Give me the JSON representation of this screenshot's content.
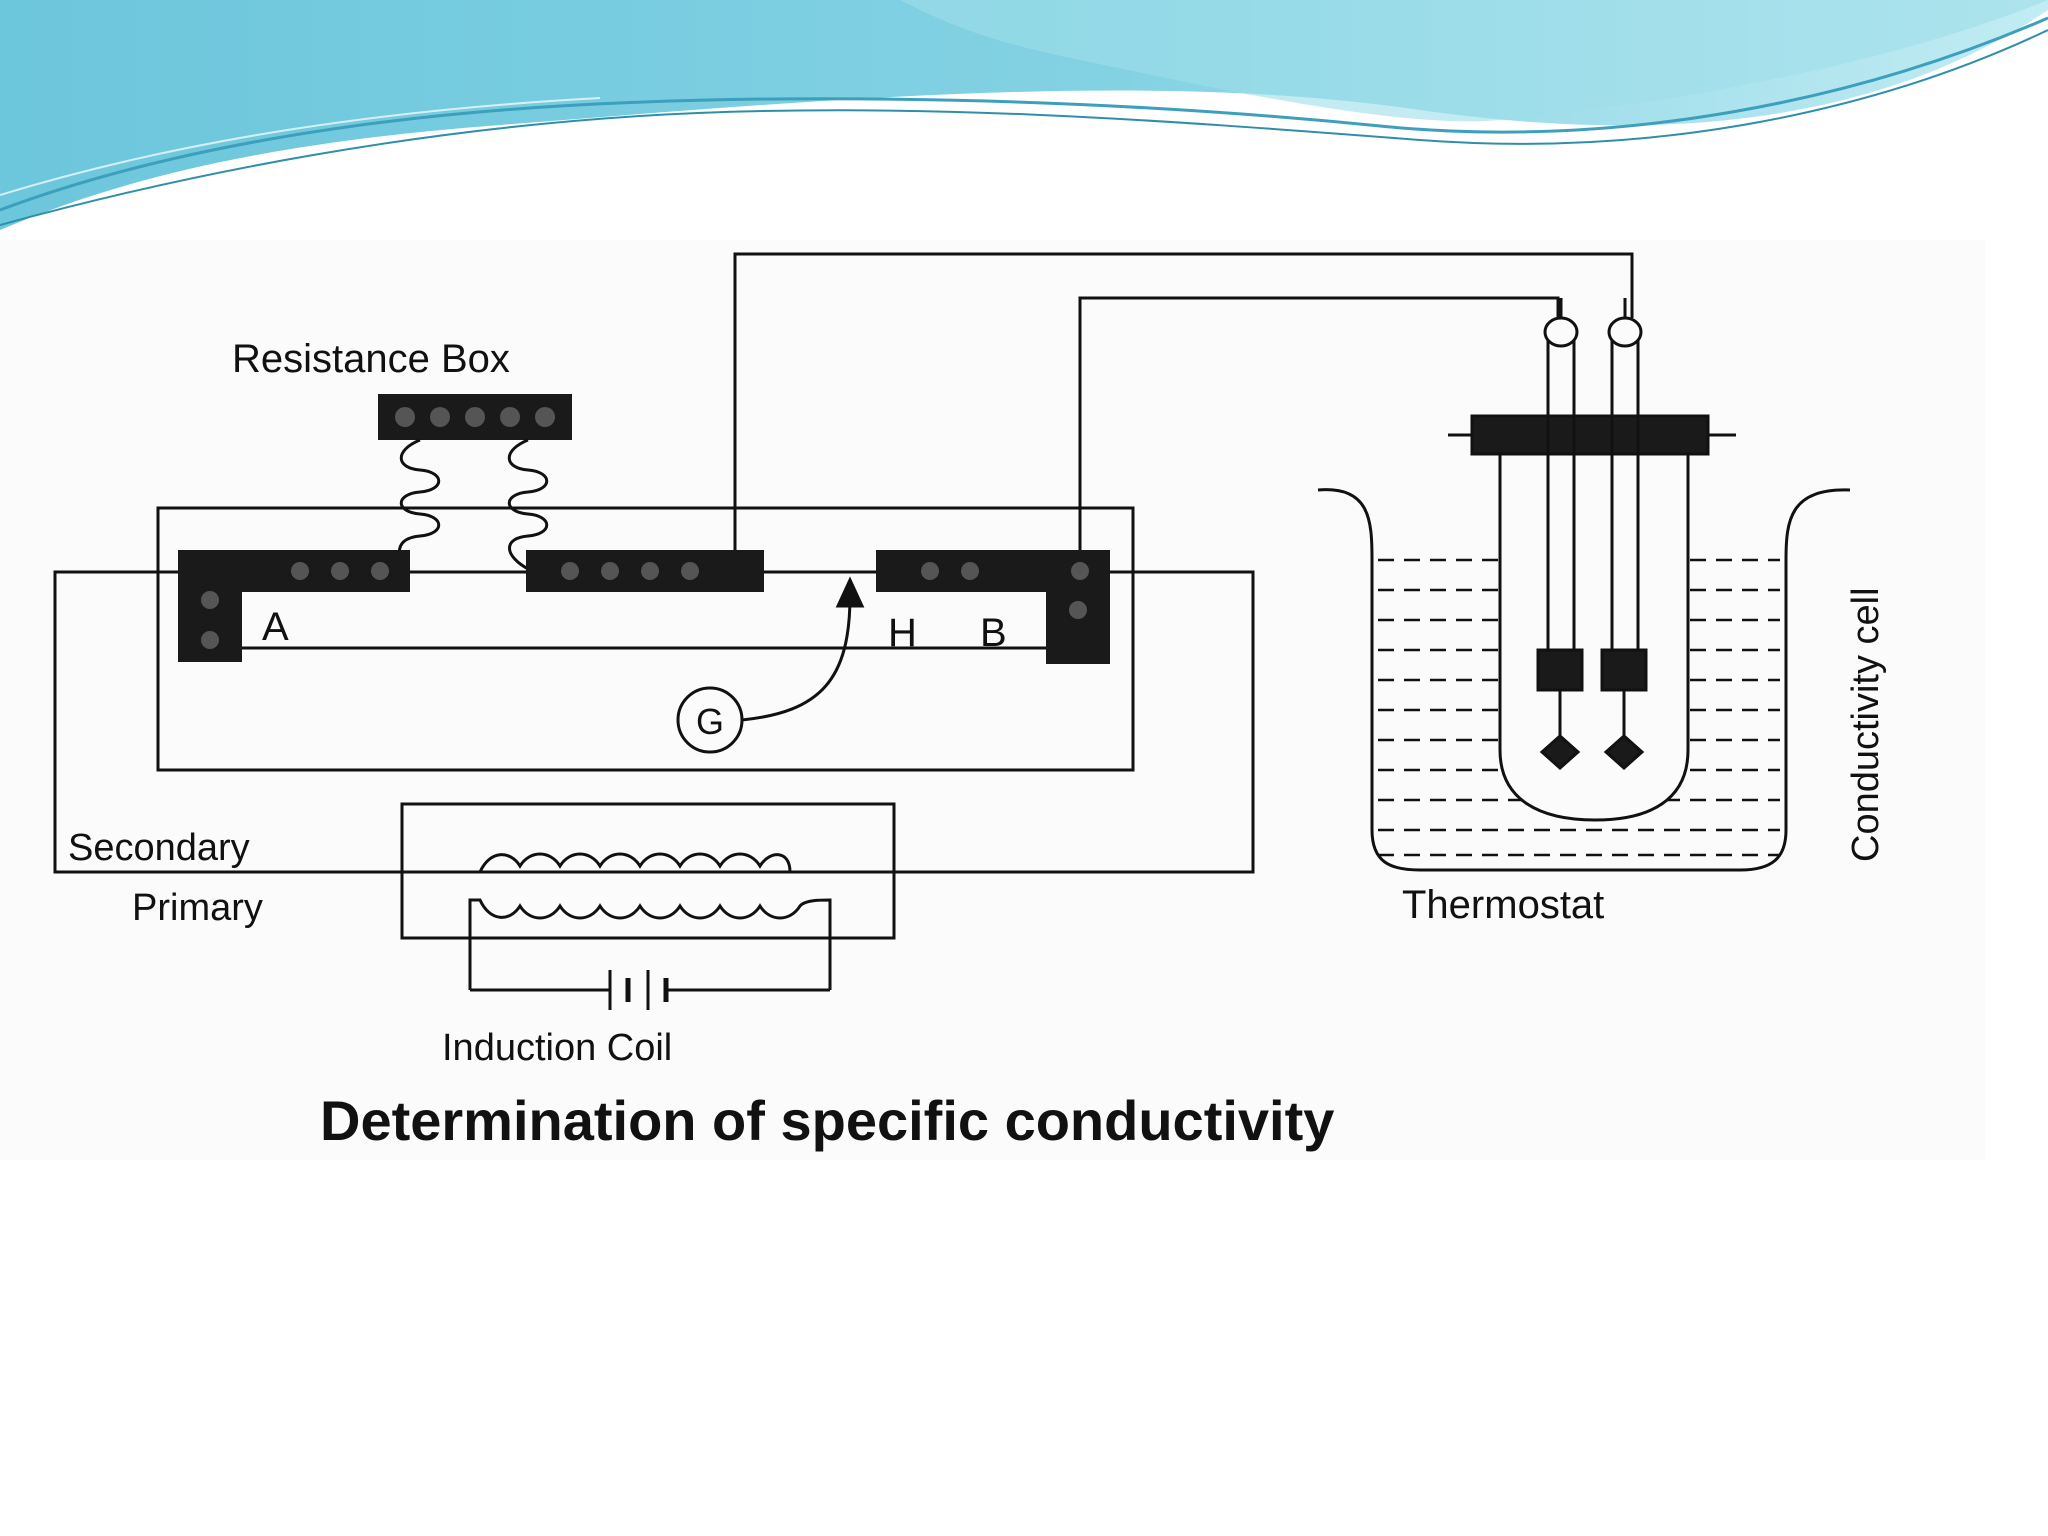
{
  "diagram": {
    "title": "Determination of specific conductivity",
    "labels": {
      "resistance_box": "Resistance Box",
      "a": "A",
      "h": "H",
      "b": "B",
      "galvanometer": "G",
      "secondary": "Secondary",
      "primary": "Primary",
      "induction_coil": "Induction Coil",
      "thermostat": "Thermostat",
      "conductivity_cell": "Conductivity cell"
    }
  },
  "theme": {
    "banner_dark": "#5bbcd4",
    "banner_light": "#a8e3ee",
    "ink": "#111111",
    "panel_bg": "#fbfbfb"
  }
}
